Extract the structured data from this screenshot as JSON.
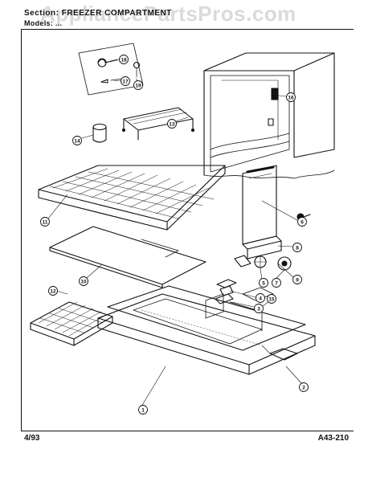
{
  "header": {
    "section_label": "Section: FREEZER COMPARTMENT",
    "models_label": "Models: ...",
    "watermark": "AppliancePartsPros.com"
  },
  "footer": {
    "date": "4/93",
    "code": "A43-210"
  },
  "callouts": [
    "1",
    "2",
    "3",
    "4",
    "5",
    "6",
    "7",
    "8",
    "9",
    "10",
    "11",
    "12",
    "13",
    "14",
    "15",
    "16",
    "17",
    "18",
    "19"
  ]
}
